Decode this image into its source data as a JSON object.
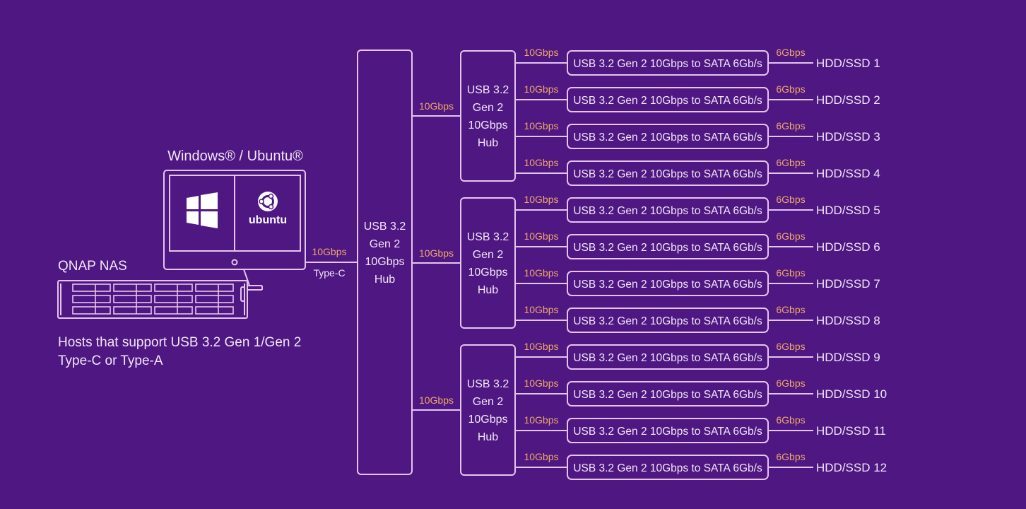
{
  "colors": {
    "background": "#4e1782",
    "line": "#e6c4ee",
    "text": "#f3e6f7",
    "speed": "#f0a868"
  },
  "host": {
    "os_label": "Windows® / Ubuntu®",
    "windows_logo": "windows-logo",
    "ubuntu_logo": "ubuntu-logo",
    "ubuntu_text": "ubuntu",
    "nas_label": "QNAP NAS",
    "note_line1": "Hosts that support USB 3.2 Gen 1/Gen 2",
    "note_line2": "Type-C or Type-A",
    "link_speed": "10Gbps",
    "link_type": "Type-C"
  },
  "main_hub": {
    "lines": [
      "USB 3.2",
      "Gen 2",
      "10Gbps",
      "Hub"
    ]
  },
  "sub_hubs": [
    {
      "lines": [
        "USB 3.2",
        "Gen 2",
        "10Gbps",
        "Hub"
      ],
      "uplink_speed": "10Gbps"
    },
    {
      "lines": [
        "USB 3.2",
        "Gen 2",
        "10Gbps",
        "Hub"
      ],
      "uplink_speed": "10Gbps"
    },
    {
      "lines": [
        "USB 3.2",
        "Gen 2",
        "10Gbps",
        "Hub"
      ],
      "uplink_speed": "10Gbps"
    }
  ],
  "ports": [
    {
      "in_speed": "10Gbps",
      "bridge": "USB 3.2 Gen 2 10Gbps to SATA 6Gb/s",
      "out_speed": "6Gbps",
      "drive": "HDD/SSD 1"
    },
    {
      "in_speed": "10Gbps",
      "bridge": "USB 3.2 Gen 2 10Gbps to SATA 6Gb/s",
      "out_speed": "6Gbps",
      "drive": "HDD/SSD 2"
    },
    {
      "in_speed": "10Gbps",
      "bridge": "USB 3.2 Gen 2 10Gbps to SATA 6Gb/s",
      "out_speed": "6Gbps",
      "drive": "HDD/SSD 3"
    },
    {
      "in_speed": "10Gbps",
      "bridge": "USB 3.2 Gen 2 10Gbps to SATA 6Gb/s",
      "out_speed": "6Gbps",
      "drive": "HDD/SSD 4"
    },
    {
      "in_speed": "10Gbps",
      "bridge": "USB 3.2 Gen 2 10Gbps to SATA 6Gb/s",
      "out_speed": "6Gbps",
      "drive": "HDD/SSD 5"
    },
    {
      "in_speed": "10Gbps",
      "bridge": "USB 3.2 Gen 2 10Gbps to SATA 6Gb/s",
      "out_speed": "6Gbps",
      "drive": "HDD/SSD 6"
    },
    {
      "in_speed": "10Gbps",
      "bridge": "USB 3.2 Gen 2 10Gbps to SATA 6Gb/s",
      "out_speed": "6Gbps",
      "drive": "HDD/SSD 7"
    },
    {
      "in_speed": "10Gbps",
      "bridge": "USB 3.2 Gen 2 10Gbps to SATA 6Gb/s",
      "out_speed": "6Gbps",
      "drive": "HDD/SSD 8"
    },
    {
      "in_speed": "10Gbps",
      "bridge": "USB 3.2 Gen 2 10Gbps to SATA 6Gb/s",
      "out_speed": "6Gbps",
      "drive": "HDD/SSD 9"
    },
    {
      "in_speed": "10Gbps",
      "bridge": "USB 3.2 Gen 2 10Gbps to SATA 6Gb/s",
      "out_speed": "6Gbps",
      "drive": "HDD/SSD 10"
    },
    {
      "in_speed": "10Gbps",
      "bridge": "USB 3.2 Gen 2 10Gbps to SATA 6Gb/s",
      "out_speed": "6Gbps",
      "drive": "HDD/SSD 11"
    },
    {
      "in_speed": "10Gbps",
      "bridge": "USB 3.2 Gen 2 10Gbps to SATA 6Gb/s",
      "out_speed": "6Gbps",
      "drive": "HDD/SSD 12"
    }
  ]
}
